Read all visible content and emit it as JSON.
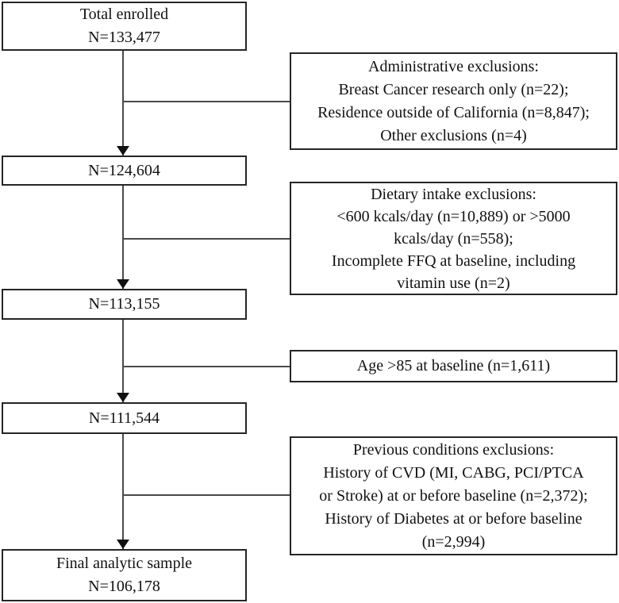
{
  "diagram": {
    "type": "participant-flow-diagram",
    "flow_boxes": [
      {
        "text": "Total enrolled\nN=133,477"
      },
      {
        "text": "N=124,604"
      },
      {
        "text": "N=113,155"
      },
      {
        "text": "N=111,544"
      },
      {
        "text": "Final analytic sample\nN=106,178"
      }
    ],
    "exclusion_boxes": [
      {
        "text": "Administrative exclusions:\nBreast Cancer research only (n=22);\nResidence outside of California (n=8,847);\nOther exclusions (n=4)"
      },
      {
        "text": "Dietary intake exclusions:\n<600 kcals/day (n=10,889) or >5000\nkcals/day (n=558);\nIncomplete FFQ at baseline, including\nvitamin use (n=2)"
      },
      {
        "text": "Age >85 at baseline (n=1,611)"
      },
      {
        "text": "Previous conditions exclusions:\nHistory of CVD (MI, CABG, PCI/PTCA\nor Stroke) at or before baseline (n=2,372);\nHistory of Diabetes at or before baseline\n(n=2,994)"
      }
    ],
    "colors": {
      "background": "#ffffff",
      "box_border": "#262626",
      "connector_line": "#4a4a4a",
      "text": "#111111"
    }
  }
}
